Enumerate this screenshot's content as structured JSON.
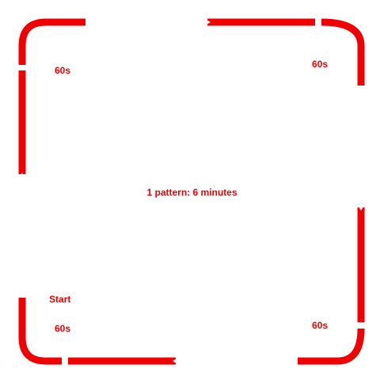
{
  "colors": {
    "track": "#f00000",
    "background": "#ffffff"
  },
  "labels": {
    "top_left": "60s",
    "top_right": "60s",
    "bottom_left": "60s",
    "bottom_right": "60s",
    "start": "Start",
    "center": "1 pattern: 6 minutes"
  }
}
